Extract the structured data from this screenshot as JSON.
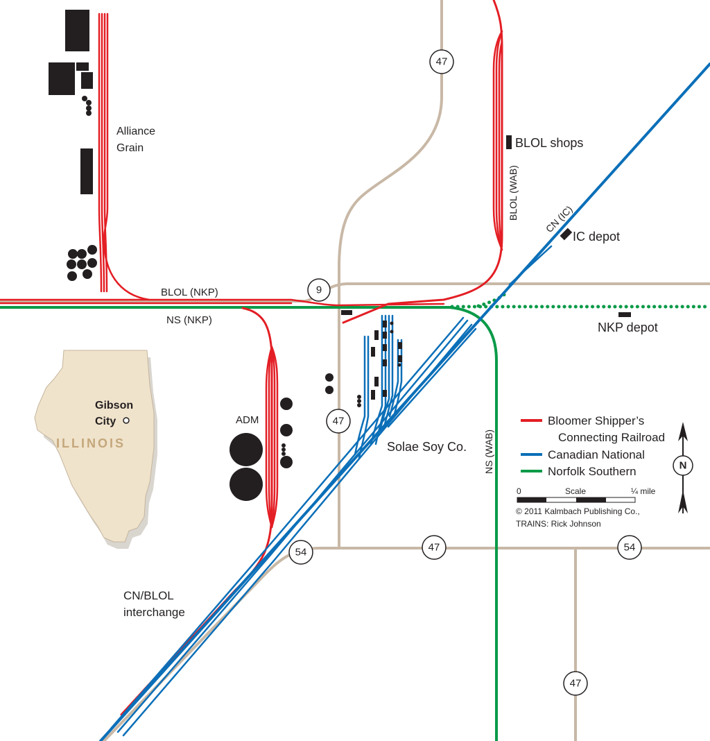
{
  "map": {
    "places": {
      "alliance_grain_line1": "Alliance",
      "alliance_grain_line2": "Grain",
      "blol_shops": "BLOL shops",
      "ic_depot": "IC depot",
      "nkp_depot": "NKP depot",
      "adm": "ADM",
      "solae": "Solae Soy Co.",
      "interchange_line1": "CN/BLOL",
      "interchange_line2": "interchange"
    },
    "line_labels": {
      "blol_nkp": "BLOL (NKP)",
      "ns_nkp": "NS (NKP)",
      "blol_wab": "BLOL (WAB)",
      "cn_ic": "CN (IC)",
      "ns_wab": "NS (WAB)"
    },
    "highway_shields": {
      "h47_north": "47",
      "h9": "9",
      "h47_mid": "47",
      "h54_west": "54",
      "h47_south_junction": "47",
      "h54_east": "54",
      "h47_south": "47"
    },
    "inset": {
      "city_line1": "Gibson",
      "city_line2": "City",
      "state": "ILLINOIS",
      "state_fill": "#f0e3cc",
      "state_text_color": "#c4a77b"
    },
    "legend": {
      "items": [
        {
          "label_line1": "Bloomer Shipper’s",
          "label_line2": "Connecting Railroad",
          "color": "#e31e24"
        },
        {
          "label_line1": "Canadian National",
          "label_line2": "",
          "color": "#0b6fb8"
        },
        {
          "label_line1": "Norfolk Southern",
          "label_line2": "",
          "color": "#0a9a48"
        }
      ],
      "scale_start": "0",
      "scale_mid": "Scale",
      "scale_end": "¼ mile",
      "credit_line1": "© 2011 Kalmbach Publishing Co.,",
      "credit_line2": "TRAINS: Rick Johnson",
      "north": "N"
    },
    "colors": {
      "road": "#c8b8a6",
      "blol": "#e31e24",
      "cn": "#0b6fb8",
      "ns": "#0a9a48",
      "structure": "#231f20"
    }
  }
}
